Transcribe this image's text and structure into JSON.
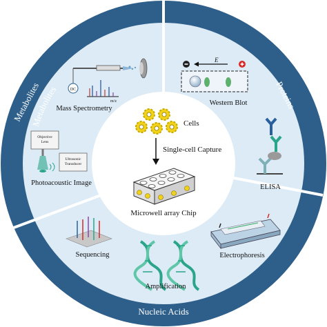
{
  "categories": {
    "metabolites": "Metabolites",
    "proteins": "Proteins",
    "nucleic_acids": "Nucleic Acids"
  },
  "methods": {
    "mass_spectrometry": "Mass Spectrometry",
    "mass_spec_dc": "DC",
    "mass_spec_axis": "m/z",
    "photoacoustic": "Photoacoustic Image",
    "objective_lens_line1": "Objective",
    "objective_lens_line2": "Lens",
    "transducer_line1": "Ultrasonic",
    "transducer_line2": "Transducer",
    "western_blot": "Western Blot",
    "western_blot_field": "E",
    "elisa": "ELISA",
    "electrophoresis": "Electrophoresis",
    "amplification": "Amplification",
    "sequencing": "Sequencing"
  },
  "center": {
    "cells": "Cells",
    "capture": "Single-cell Capture",
    "chip": "Microwell array Chip"
  },
  "colors": {
    "outer_ring": "#2e5f8a",
    "light_band": "#dcebf6",
    "sector_fill": "#cde2f2",
    "center_fill": "#ffffff",
    "cell_yellow": "#f1d21a",
    "dna_green": "#2aa58a"
  }
}
